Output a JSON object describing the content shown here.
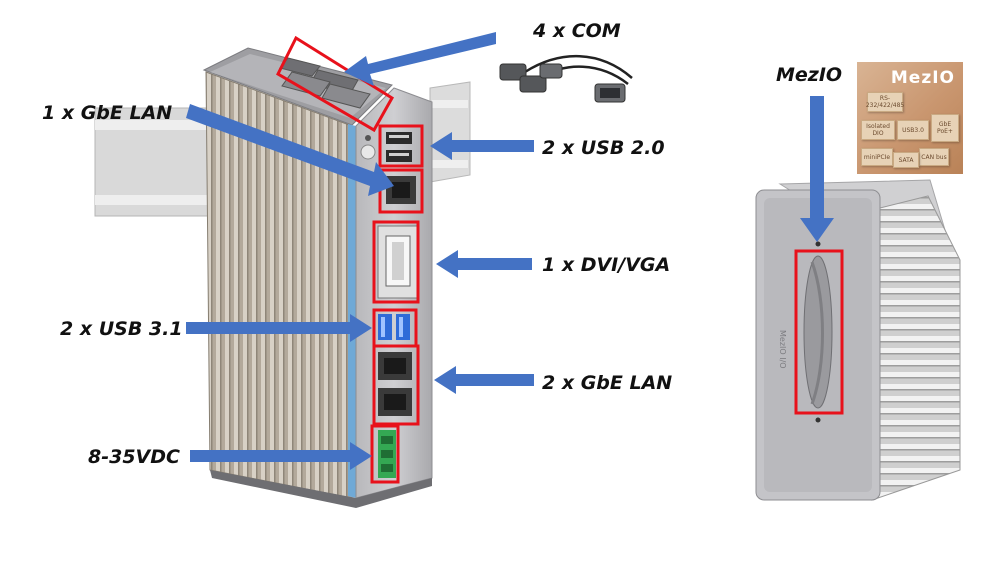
{
  "callouts": {
    "com": "4 x COM",
    "lan_top": "1 x GbE LAN",
    "usb2": "2 x USB 2.0",
    "dvi": "1 x DVI/VGA",
    "usb3": "2 x USB 3.1",
    "lan_dual": "2 x GbE LAN",
    "power": "8-35VDC",
    "mezio": "MezIO"
  },
  "mezio_badge": {
    "logo": "MezIO",
    "blocks": [
      "RS-232/422/485",
      "Isolated DIO",
      "USB3.0",
      "GbE PoE+",
      "miniPCIe",
      "CAN bus",
      "SATA"
    ]
  },
  "colors": {
    "highlight": "#e8111b",
    "arrow": "#4472c4",
    "chassis": "#a8a8ab",
    "panel": "#c9c9cc"
  }
}
